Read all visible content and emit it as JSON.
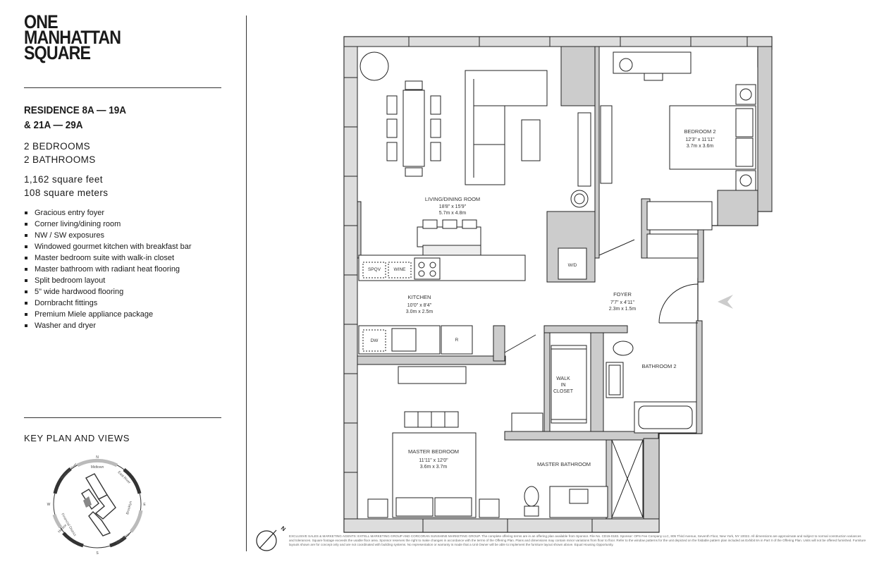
{
  "brand": {
    "line1": "ONE",
    "line2": "MANHATTAN",
    "line3": "SQUARE"
  },
  "residence": {
    "line1": "RESIDENCE 8A — 19A",
    "line2": "& 21A — 29A"
  },
  "layout": {
    "bedrooms": "2 BEDROOMS",
    "bathrooms": "2 BATHROOMS"
  },
  "size": {
    "sqft": "1,162 square feet",
    "sqm": "108 square meters"
  },
  "features": [
    "Gracious entry foyer",
    "Corner living/dining room",
    "NW / SW exposures",
    "Windowed gourmet kitchen with breakfast bar",
    "Master bedroom suite with walk-in closet",
    "Master bathroom with radiant heat flooring",
    "Split bedroom layout",
    "5\" wide hardwood flooring",
    "Dornbracht fittings",
    "Premium Miele appliance package",
    "Washer and dryer"
  ],
  "key_plan": {
    "title": "KEY PLAN AND VIEWS",
    "north": "N",
    "south": "S",
    "east": "E",
    "west": "W",
    "arc_midtown": "Midtown",
    "arc_hudson": "Hudson River",
    "arc_east_river_top": "East River",
    "arc_brooklyn": "Brooklyn",
    "arc_east_river_bottom": "East River",
    "arc_harbor": "Harbor",
    "arc_financial": "Financial District"
  },
  "rooms": {
    "living": {
      "name": "LIVING/DINING ROOM",
      "imperial": "18'8\" x 15'9\"",
      "metric": "5.7m x 4.8m"
    },
    "bedroom2": {
      "name": "BEDROOM 2",
      "imperial": "12'3\" x 11'11\"",
      "metric": "3.7m x 3.6m"
    },
    "kitchen": {
      "name": "KITCHEN",
      "imperial": "10'0\" x 8'4\"",
      "metric": "3.0m x 2.5m"
    },
    "foyer": {
      "name": "FOYER",
      "imperial": "7'7\" x 4'11\"",
      "metric": "2.3m x 1.5m"
    },
    "bathroom2": {
      "name": "BATHROOM 2"
    },
    "master_bedroom": {
      "name": "MASTER BEDROOM",
      "imperial": "11'11\" x 12'0\"",
      "metric": "3.6m x 3.7m"
    },
    "master_bathroom": {
      "name": "MASTER BATHROOM"
    },
    "walk_in": {
      "line1": "WALK",
      "line2": "IN",
      "line3": "CLOSET"
    }
  },
  "fixtures": {
    "spqv": "SPQV",
    "wine": "WINE",
    "dw": "DW",
    "r": "R",
    "wd": "W/D"
  },
  "disclaimer": "EXCLUSIVE SALES & MARKETING AGENTS: EXTELL MARKETING GROUP AND CORCORAN SUNSHINE MARKETING GROUP. The complete offering terms are in an offering plan available from Sponsor. File No. CD15-0183. Sponsor: OPS Fee Company LLC, 805 Third Avenue, Seventh Floor, New York, NY 10022. All dimensions are approximate and subject to normal construction variances and tolerances. Square footage exceeds the usable floor area. Sponsor reserves the right to make changes in accordance with the terms of the Offering Plan. Plans and dimensions may contain minor variations from floor to floor. Refer to the window patterns for the unit depicted on the foldable pattern plan included as Exhibit 8A in Part II of the Offering Plan. Units will not be offered furnished. Furniture layouts shown are for concept only and are not coordinated with building systems. No representation or warranty is made that a Unit Owner will be able to implement the furniture layout shown above. Equal Housing Opportunity."
}
